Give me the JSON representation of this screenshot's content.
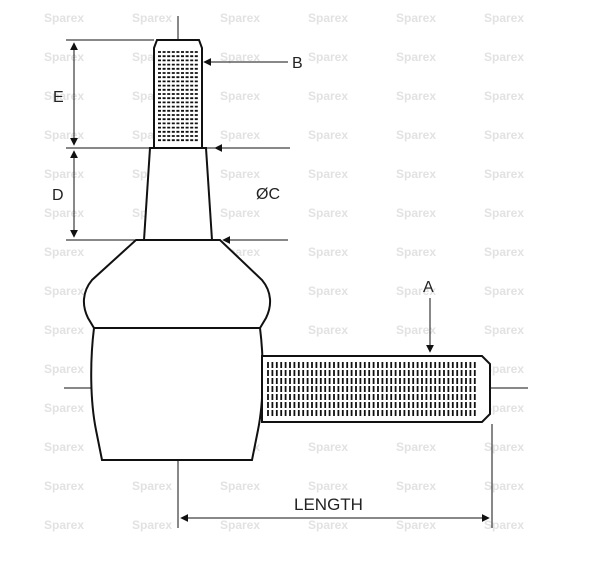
{
  "watermark": {
    "text": "Sparex",
    "color": "#e2e2e2"
  },
  "labels": {
    "b": "B",
    "e": "E",
    "d": "D",
    "c": "ØC",
    "a": "A",
    "length": "LENGTH"
  },
  "colors": {
    "line": "#111111",
    "thread": "#111111",
    "background": "#ffffff"
  }
}
